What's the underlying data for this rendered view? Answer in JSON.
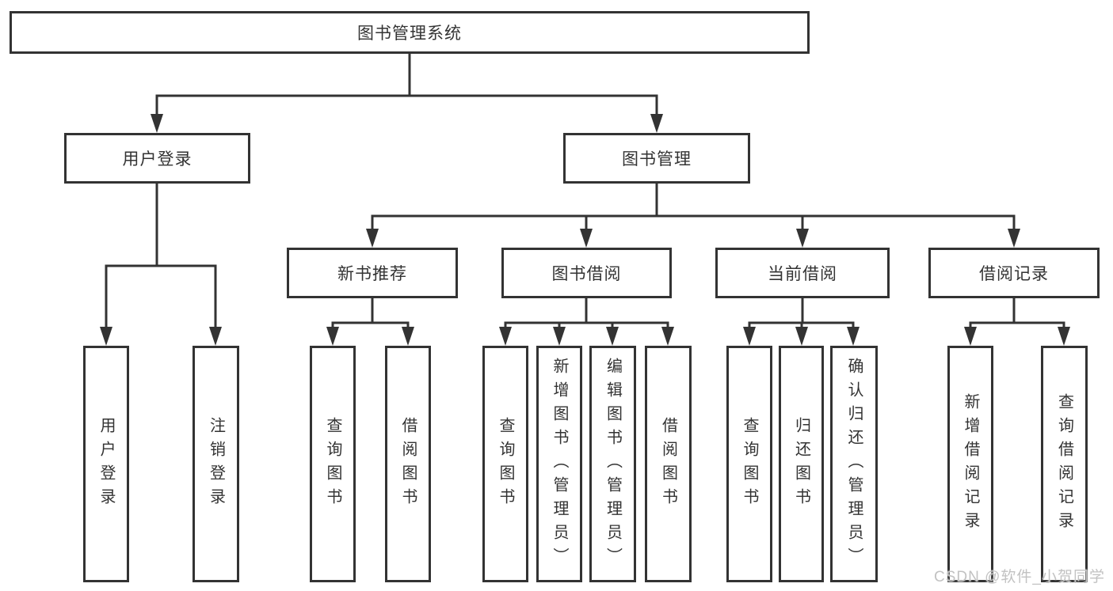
{
  "diagram": {
    "root": {
      "label": "图书管理系统"
    },
    "branches": [
      {
        "label": "用户登录",
        "children": [
          {
            "label": "用户登录"
          },
          {
            "label": "注销登录"
          }
        ]
      },
      {
        "label": "图书管理",
        "children": [
          {
            "label": "新书推荐",
            "children": [
              {
                "label": "查询图书"
              },
              {
                "label": "借阅图书"
              }
            ]
          },
          {
            "label": "图书借阅",
            "children": [
              {
                "label": "查询图书"
              },
              {
                "label": "新增图书（管理员）"
              },
              {
                "label": "编辑图书（管理员）"
              },
              {
                "label": "借阅图书"
              }
            ]
          },
          {
            "label": "当前借阅",
            "children": [
              {
                "label": "查询图书"
              },
              {
                "label": "归还图书"
              },
              {
                "label": "确认归还（管理员）"
              }
            ]
          },
          {
            "label": "借阅记录",
            "children": [
              {
                "label": "新增借阅记录"
              },
              {
                "label": "查询借阅记录"
              }
            ]
          }
        ]
      }
    ]
  },
  "watermark": {
    "text": "CSDN @软件_小贺同学"
  },
  "colors": {
    "line": "#333333",
    "text": "#333333",
    "background": "#ffffff",
    "watermark_text": "#c2c2c2"
  }
}
